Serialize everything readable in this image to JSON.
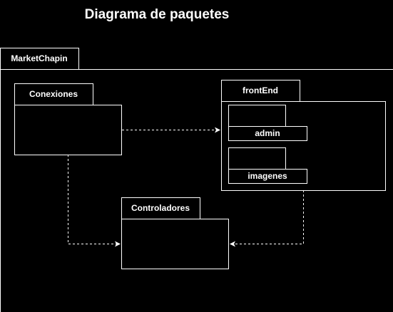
{
  "diagram": {
    "title": "Diagrama de paquetes",
    "colors": {
      "background": "#000000",
      "stroke": "#ffffff",
      "text": "#ffffff"
    },
    "root_package": {
      "name": "MarketChapin"
    },
    "packages": {
      "conexiones": {
        "name": "Conexiones"
      },
      "frontend": {
        "name": "frontEnd"
      },
      "controladores": {
        "name": "Controladores"
      }
    },
    "subpackages": {
      "admin": {
        "name": "admin"
      },
      "imagenes": {
        "name": "imagenes"
      }
    },
    "dependencies": [
      {
        "from": "Conexiones",
        "to": "frontEnd"
      },
      {
        "from": "Conexiones",
        "to": "Controladores"
      },
      {
        "from": "frontEnd",
        "to": "Controladores"
      }
    ]
  }
}
